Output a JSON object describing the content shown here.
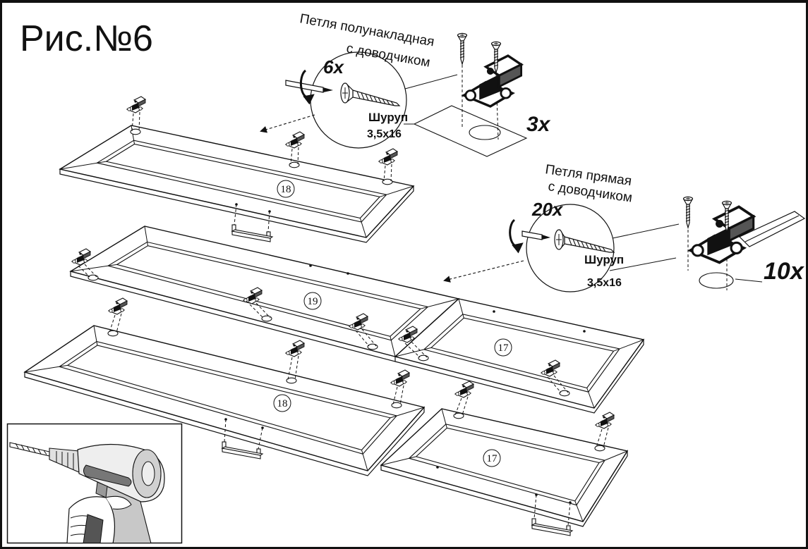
{
  "figure": {
    "title": "Рис.№6"
  },
  "semi_overlay_hinge": {
    "label_line1": "Петля полунакладная",
    "label_line2": "с доводчиком",
    "screw_count": "6x",
    "screw_name": "Шуруп",
    "screw_size": "3,5x16",
    "hinge_count": "3x"
  },
  "straight_hinge": {
    "label_line1": "Петля прямая",
    "label_line2": "с доводчиком",
    "screw_count": "20x",
    "screw_name": "Шуруп",
    "screw_size": "3,5x16",
    "hinge_count": "10x"
  },
  "panels": [
    {
      "number": "18"
    },
    {
      "number": "19"
    },
    {
      "number": "17"
    },
    {
      "number": "18"
    },
    {
      "number": "17"
    }
  ],
  "colors": {
    "line": "#111111",
    "background": "#ffffff",
    "tool_light": "#e6e6e6",
    "tool_dark": "#666666"
  },
  "icons": {
    "hinge": "cabinet-hinge-icon",
    "screw": "wood-screw-icon",
    "handle": "door-handle-icon",
    "drill": "drill-icon",
    "rotation": "rotate-arrow-icon"
  }
}
